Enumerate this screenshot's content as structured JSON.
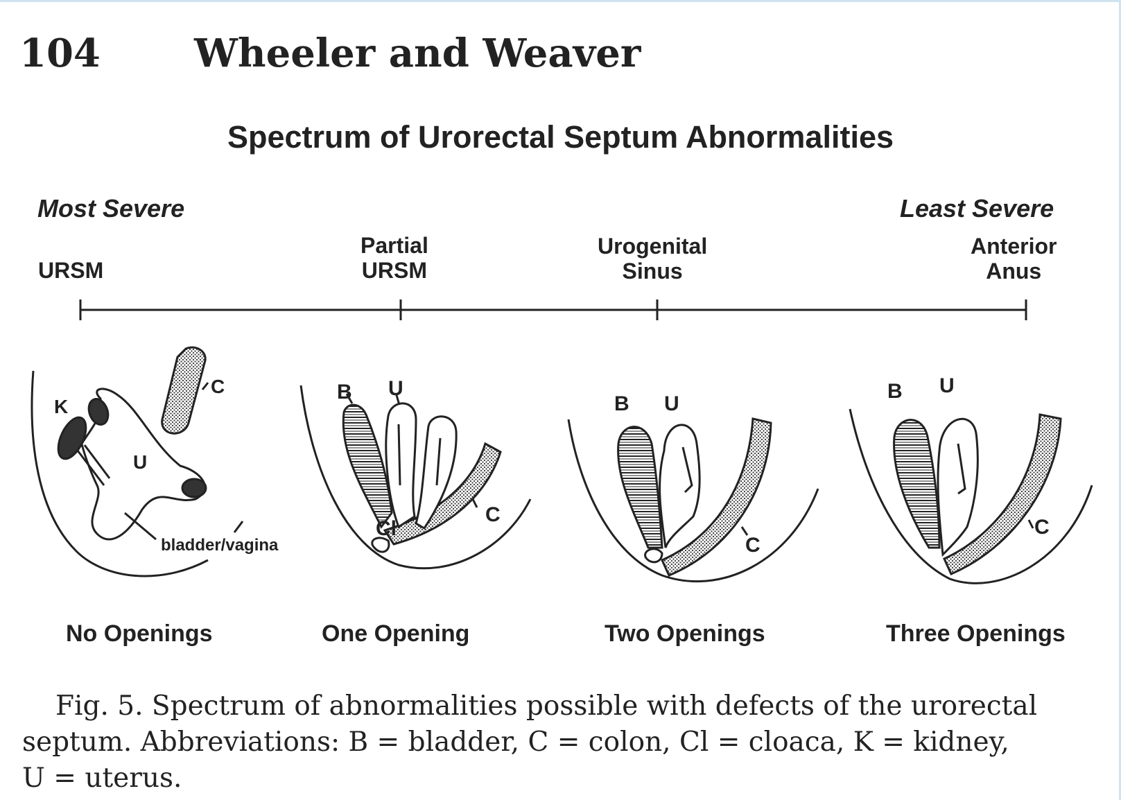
{
  "header": {
    "page_number": "104",
    "running_head": "Wheeler and Weaver"
  },
  "figure": {
    "title": "Spectrum of Urorectal Septum Abnormalities",
    "severity": {
      "left": "Most Severe",
      "right": "Least Severe"
    },
    "stages": [
      {
        "lines": [
          "URSM"
        ]
      },
      {
        "lines": [
          "Partial",
          "URSM"
        ]
      },
      {
        "lines": [
          "Urogenital",
          "Sinus"
        ]
      },
      {
        "lines": [
          "Anterior",
          "Anus"
        ]
      }
    ],
    "panels": [
      {
        "label": "No Openings",
        "annotations": {
          "k": "K",
          "c": "C",
          "u": "U",
          "bv": "bladder/vagina"
        }
      },
      {
        "label": "One Opening",
        "annotations": {
          "b": "B",
          "u": "U",
          "cl": "Cl",
          "c": "C"
        }
      },
      {
        "label": "Two Openings",
        "annotations": {
          "b": "B",
          "u": "U",
          "c": "C"
        }
      },
      {
        "label": "Three Openings",
        "annotations": {
          "b": "B",
          "u": "U",
          "c": "C"
        }
      }
    ]
  },
  "caption": {
    "text_line1": "Fig. 5.   Spectrum of abnormalities possible with defects of the urorectal",
    "text_line2": "septum.  Abbreviations:  B = bladder,   C = colon,   Cl = cloaca,   K = kidney,",
    "text_line3": "U = uterus."
  }
}
